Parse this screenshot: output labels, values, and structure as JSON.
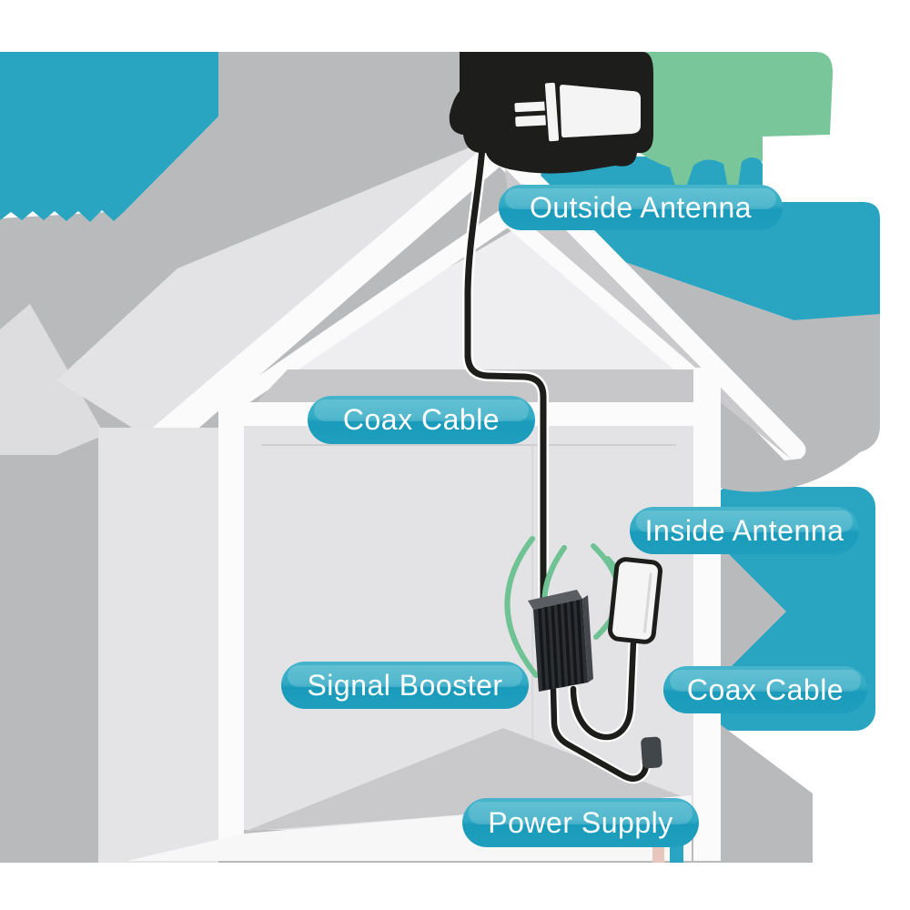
{
  "labels": {
    "outside_antenna": "Outside Antenna",
    "coax_cable_top": "Coax Cable",
    "inside_antenna": "Inside Antenna",
    "signal_booster": "Signal Booster",
    "coax_cable_bottom": "Coax Cable",
    "power_supply": "Power Supply"
  },
  "colors": {
    "label_teal_dark": "#1f9fbd",
    "label_teal_light": "#47b5cb",
    "backdrop_teal": "#2aa5c1",
    "accent_green": "#79c69b",
    "signal_wave_green": "#6fc294",
    "house_gray": "#b9babb",
    "house_light": "#e3e3e5",
    "beam_white": "#fbfbfc",
    "device_black": "#1d1d1b"
  }
}
